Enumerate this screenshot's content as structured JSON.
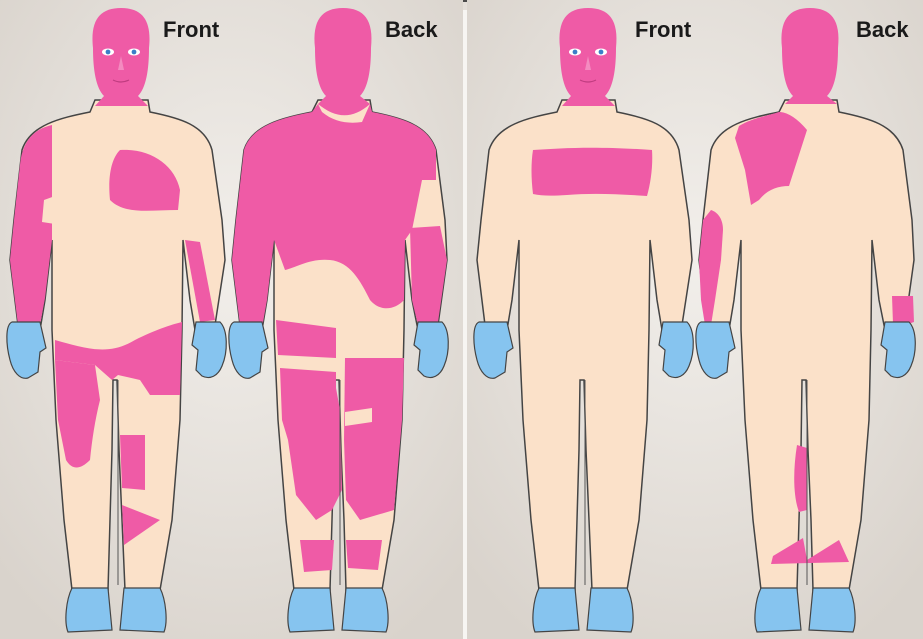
{
  "diagrams": [
    {
      "front_label": "Front",
      "back_label": "Back"
    },
    {
      "front_label": "Front",
      "back_label": "Back"
    }
  ],
  "colors": {
    "skin": "#fbe1c9",
    "affected": "#ef5ba6",
    "hands_feet": "#86c4ef",
    "outline": "#444444",
    "background": "#e4dfd9"
  }
}
